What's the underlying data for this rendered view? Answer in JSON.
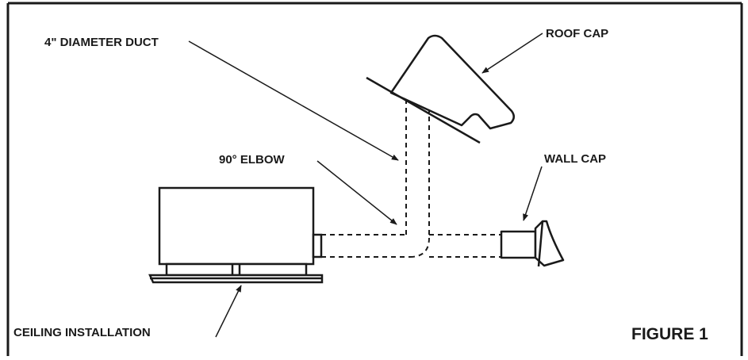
{
  "labels": {
    "duct": "4\" DIAMETER DUCT",
    "roof_cap": "ROOF CAP",
    "elbow": "90° ELBOW",
    "wall_cap": "WALL CAP",
    "ceiling": "CEILING INSTALLATION",
    "figure": "FIGURE 1"
  },
  "colors": {
    "ink": "#1a1a1a",
    "background": "#ffffff"
  }
}
